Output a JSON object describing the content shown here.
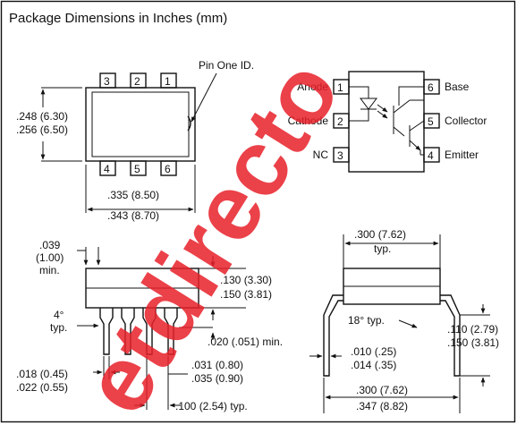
{
  "title": "Package Dimensions in Inches (mm)",
  "watermark": "etdirecto",
  "top_view": {
    "pins_top": [
      "3",
      "2",
      "1"
    ],
    "pins_bottom": [
      "4",
      "5",
      "6"
    ],
    "pin_one_label": "Pin One ID.",
    "height_min": ".248 (6.30)",
    "height_max": ".256 (6.50)",
    "width_min": ".335 (8.50)",
    "width_max": ".343 (8.70)"
  },
  "schematic": {
    "pins_left": [
      {
        "num": "1",
        "name": "Anode"
      },
      {
        "num": "2",
        "name": "Cathode"
      },
      {
        "num": "3",
        "name": "NC"
      }
    ],
    "pins_right": [
      {
        "num": "6",
        "name": "Base"
      },
      {
        "num": "5",
        "name": "Collector"
      },
      {
        "num": "4",
        "name": "Emitter"
      }
    ]
  },
  "side_view": {
    "standoff_1": ".039",
    "standoff_2": "(1.00)",
    "standoff_3": "min.",
    "body_h1": ".130 (3.30)",
    "body_h2": ".150 (3.81)",
    "angle_1": "4°",
    "angle_2": "typ.",
    "seat": ".020 (.051) min.",
    "lead_w1": ".018 (0.45)",
    "lead_w2": ".022 (0.55)",
    "shoulder_1": ".031 (0.80)",
    "shoulder_2": ".035 (0.90)",
    "pitch": ".100 (2.54) typ."
  },
  "end_view": {
    "row_1": ".300 (7.62)",
    "row_2": "typ.",
    "angle": "18° typ.",
    "lead_len1": ".110 (2.79)",
    "lead_len2": ".150 (3.81)",
    "thick_1": ".010 (.25)",
    "thick_2": ".014 (.35)",
    "spread_1": ".300 (7.62)",
    "spread_2": ".347 (8.82)"
  }
}
